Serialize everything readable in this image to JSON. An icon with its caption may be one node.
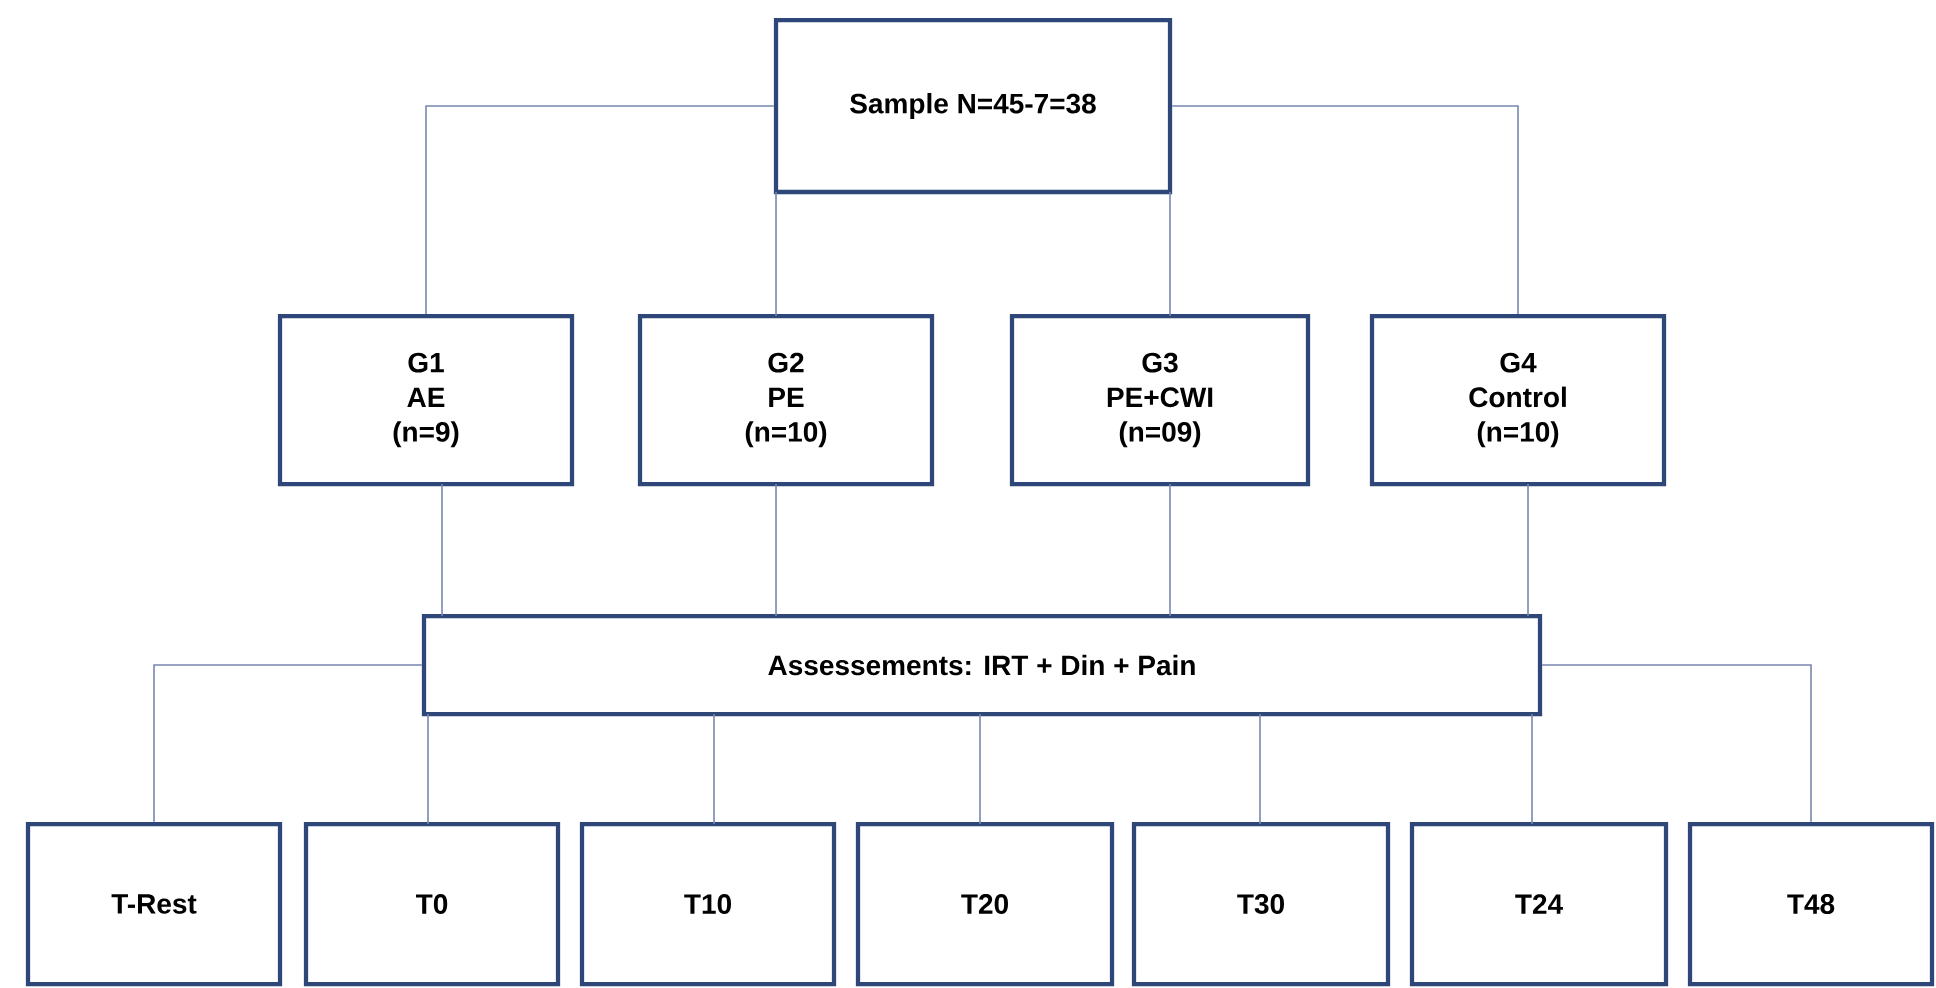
{
  "diagram": {
    "nodes": [
      {
        "text": [
          "Sample N=45-7=38"
        ]
      },
      {
        "text": [
          "G1",
          "AE",
          "(n=9)"
        ]
      },
      {
        "text": [
          "G2",
          "PE",
          "(n=10)"
        ]
      },
      {
        "text": [
          "G3",
          "PE+CWI",
          "(n=09)"
        ]
      },
      {
        "text": [
          "G4",
          "Control",
          "(n=10)"
        ]
      },
      {
        "text": [
          "Assessements: IRT + Din + Pain"
        ]
      },
      {
        "text": [
          "T-Rest"
        ]
      },
      {
        "text": [
          "T0"
        ]
      },
      {
        "text": [
          "T10"
        ]
      },
      {
        "text": [
          "T20"
        ]
      },
      {
        "text": [
          "T30"
        ]
      },
      {
        "text": [
          "T24"
        ]
      },
      {
        "text": [
          "T48"
        ]
      }
    ],
    "edges": [
      {
        "from": 0,
        "to": 1,
        "arrow": "none"
      },
      {
        "from": 0,
        "to": 2,
        "arrow": "none"
      },
      {
        "from": 0,
        "to": 3,
        "arrow": "none"
      },
      {
        "from": 0,
        "to": 4,
        "arrow": "none"
      },
      {
        "from": 1,
        "to": 5,
        "arrow": "none"
      },
      {
        "from": 2,
        "to": 5,
        "arrow": "none"
      },
      {
        "from": 3,
        "to": 5,
        "arrow": "none"
      },
      {
        "from": 4,
        "to": 5,
        "arrow": "none"
      },
      {
        "from": 5,
        "to": 6,
        "arrow": "none"
      },
      {
        "from": 5,
        "to": 7,
        "arrow": "none"
      },
      {
        "from": 5,
        "to": 8,
        "arrow": "none"
      },
      {
        "from": 5,
        "to": 9,
        "arrow": "none"
      },
      {
        "from": 5,
        "to": 10,
        "arrow": "none"
      },
      {
        "from": 5,
        "to": 11,
        "arrow": "none"
      },
      {
        "from": 5,
        "to": 12,
        "arrow": "none"
      }
    ]
  }
}
